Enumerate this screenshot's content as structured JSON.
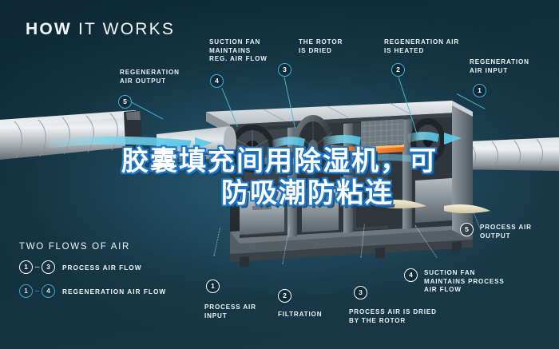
{
  "title": {
    "word_bold": "HOW",
    "word_light": "IT WORKS"
  },
  "overlay": {
    "line1": "胶囊填充间用除湿机，可",
    "line2": "防吸潮防粘连"
  },
  "colors": {
    "background_dark": "#0b2630",
    "background_mid": "#14323f",
    "accent_cyan": "#39b4d8",
    "text_white": "#eaf3f6",
    "overlay_outline": "#1f76c4",
    "heater_orange": "#f08a2a",
    "metal_light": "#d8dde0",
    "metal_dark": "#6d767c"
  },
  "callouts": [
    {
      "num": "5",
      "flow": "regeneration",
      "label": "REGENERATION\nAIR OUTPUT"
    },
    {
      "num": "4",
      "flow": "regeneration",
      "label": "SUCTION FAN\nMAINTAINS\nREG. AIR FLOW"
    },
    {
      "num": "3",
      "flow": "regeneration",
      "label": "THE ROTOR\nIS DRIED"
    },
    {
      "num": "2",
      "flow": "regeneration",
      "label": "REGENERATION AIR\nIS HEATED"
    },
    {
      "num": "1",
      "flow": "regeneration",
      "label": "REGENERATION\nAIR INPUT"
    },
    {
      "num": "5",
      "flow": "process",
      "label": "PROCESS AIR\nOUTPUT"
    },
    {
      "num": "4",
      "flow": "process",
      "label": "SUCTION FAN\nMAINTAINS PROCESS\nAIR FLOW"
    },
    {
      "num": "3",
      "flow": "process",
      "label": "PROCESS AIR IS DRIED\nBY THE ROTOR"
    },
    {
      "num": "2",
      "flow": "process",
      "label": "FILTRATION"
    },
    {
      "num": "1",
      "flow": "process",
      "label": "PROCESS AIR\nINPUT"
    }
  ],
  "legend": {
    "heading": "TWO FLOWS OF AIR",
    "rows": [
      {
        "from": "1",
        "to": "3",
        "label": "PROCESS AIR FLOW",
        "flow": "process"
      },
      {
        "from": "1",
        "to": "4",
        "label": "REGENERATION AIR FLOW",
        "flow": "regeneration"
      }
    ]
  },
  "icons": {
    "bullet": "numbered-bullet-icon",
    "dash": "range-dash-icon",
    "airflow": "airflow-arrow-icon",
    "machine": "dehumidifier-cutaway-icon"
  }
}
